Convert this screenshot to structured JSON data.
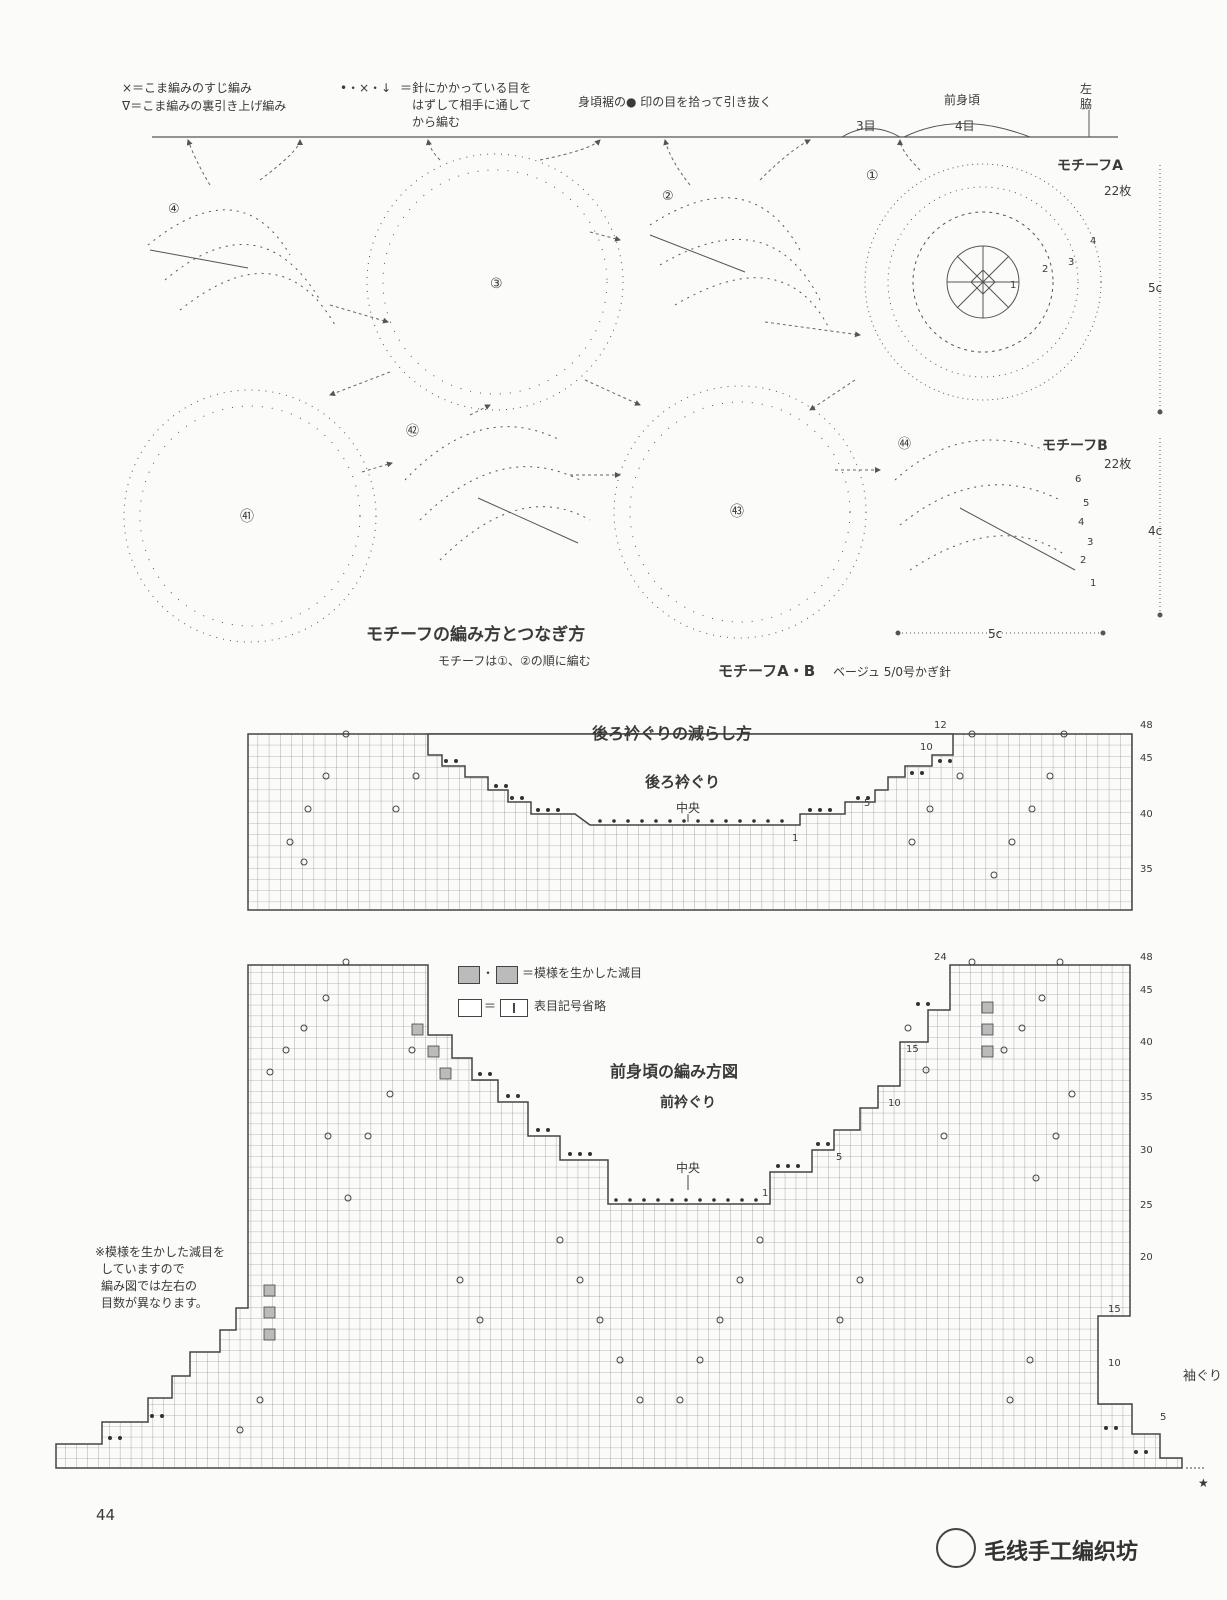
{
  "legend_motif": {
    "line1": "×＝こま編みのすじ編み",
    "line2": "ᐁ＝こま編みの裏引き上げ編み",
    "line3_symbols": "•・×・↓",
    "line3": "＝針にかかっている目を",
    "line4": "はずして相手に通して",
    "line5": "から編む"
  },
  "top_labels": {
    "pickup": "身頃裾の● 印の目を拾って引き抜く",
    "front_body": "前身頃",
    "left_side": "左脇",
    "three": "3目",
    "four": "4目"
  },
  "motif_a": {
    "title": "モチーフA",
    "count": "22枚",
    "size": "5c"
  },
  "motif_b": {
    "title": "モチーフB",
    "count": "22枚",
    "size_v": "4c",
    "size_h": "5c"
  },
  "motif_numbers": [
    "④",
    "③",
    "②",
    "①",
    "㊶",
    "㊷",
    "㊸",
    "㊹"
  ],
  "motif_a_rounds": [
    "1",
    "2",
    "3",
    "4"
  ],
  "motif_b_rows": [
    "6",
    "5",
    "4",
    "3",
    "2",
    "1"
  ],
  "joining": {
    "title": "モチーフの編み方とつなぎ方",
    "order_note": "モチーフは①、②の順に編む",
    "material_title": "モチーフA・B",
    "material": "ベージュ 5/0号かぎ針"
  },
  "back_neck": {
    "heading": "後ろ衿ぐりの減らし方",
    "subheading": "後ろ衿ぐり",
    "center": "中央",
    "row_labels": [
      "48",
      "45",
      "40",
      "35"
    ],
    "stitch_labels": [
      "12",
      "10",
      "5",
      "1"
    ]
  },
  "front": {
    "legend1": "＝模様を生かした減目",
    "legend2": "表目記号省略",
    "heading": "前身頃の編み方図",
    "subheading": "前衿ぐり",
    "center": "中央",
    "note": [
      "※模様を生かした減目を",
      "していますので",
      "編み図では左右の",
      "目数が異なります。"
    ],
    "row_labels": [
      "48",
      "45",
      "40",
      "35",
      "30",
      "25",
      "20",
      "15",
      "10",
      "5"
    ],
    "stitch_labels": [
      "24",
      "15",
      "10",
      "5",
      "1"
    ],
    "armhole": "袖ぐり"
  },
  "page_number": "44",
  "watermark": "毛线手工编织坊"
}
